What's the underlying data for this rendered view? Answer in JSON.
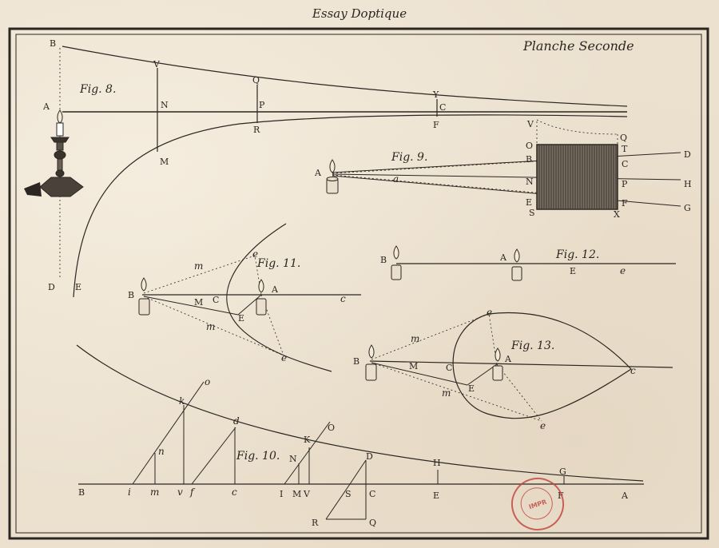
{
  "header": {
    "title": "Essay Doptique"
  },
  "plate": {
    "title": "Planche Seconde"
  },
  "figures": {
    "fig8": "Fig. 8.",
    "fig9": "Fig. 9.",
    "fig10": "Fig. 10.",
    "fig11": "Fig. 11.",
    "fig12": "Fig. 12.",
    "fig13": "Fig. 13."
  },
  "labels": {
    "fig8": [
      "B",
      "V",
      "Q",
      "Y",
      "A",
      "N",
      "P",
      "C",
      "R",
      "F",
      "M",
      "D",
      "E"
    ],
    "fig9": [
      "V",
      "Q",
      "O",
      "T",
      "B",
      "D",
      "C",
      "A",
      "a",
      "N",
      "P",
      "H",
      "E",
      "F",
      "S",
      "X",
      "G"
    ],
    "fig11": [
      "m",
      "e",
      "B",
      "A",
      "M",
      "C",
      "c",
      "E",
      "m",
      "e"
    ],
    "fig12": [
      "B",
      "A",
      "E",
      "e"
    ],
    "fig13": [
      "e",
      "m",
      "B",
      "C",
      "A",
      "M",
      "c",
      "E",
      "m",
      "e"
    ],
    "fig10": [
      "o",
      "k",
      "d",
      "n",
      "O",
      "K",
      "N",
      "D",
      "H",
      "G",
      "B",
      "i",
      "m",
      "v",
      "f",
      "c",
      "I",
      "M",
      "V",
      "S",
      "C",
      "E",
      "F",
      "A",
      "R",
      "Q"
    ]
  },
  "stamp": {
    "text": "IMPR"
  },
  "colors": {
    "ink": "#2b2621",
    "paper": "#ece1cf",
    "stamp": "#c2453e"
  }
}
